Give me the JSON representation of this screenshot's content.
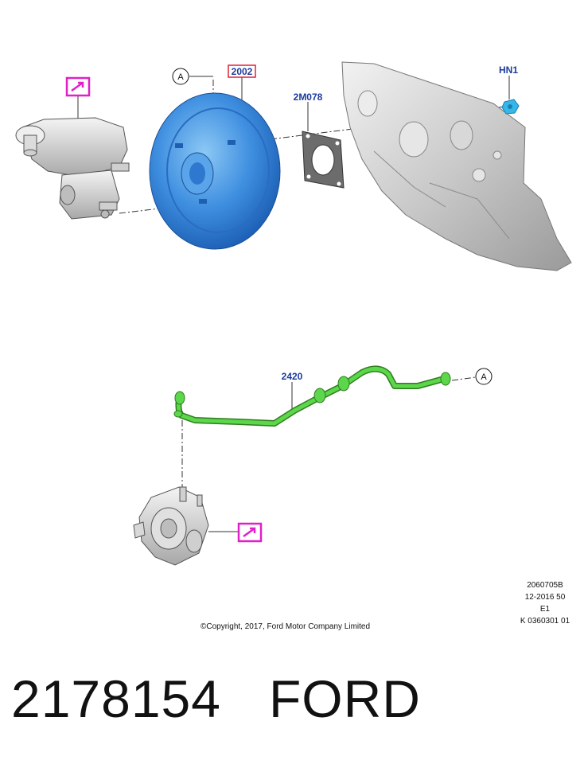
{
  "callouts": {
    "booster": "2002",
    "gasket": "2M078",
    "nut": "HN1",
    "hose": "2420"
  },
  "reference_marker": "A",
  "drawing_info": {
    "line1": "2060705B",
    "line2": "12-2016 50",
    "line3": "E1",
    "line4": "K 0360301 01"
  },
  "copyright": "©Copyright, 2017, Ford Motor Company Limited",
  "caption": {
    "part_number": "2178154",
    "brand": "FORD"
  },
  "colors": {
    "callout_text": "#1b3a9c",
    "booster_highlight": "#3f8fe0",
    "hose_highlight": "#5cd64a",
    "nut_highlight": "#35b7ea",
    "service_icon": "#e020c8",
    "part_number_box": "#e0203a"
  },
  "icons": [
    "service-arrow-icon"
  ]
}
